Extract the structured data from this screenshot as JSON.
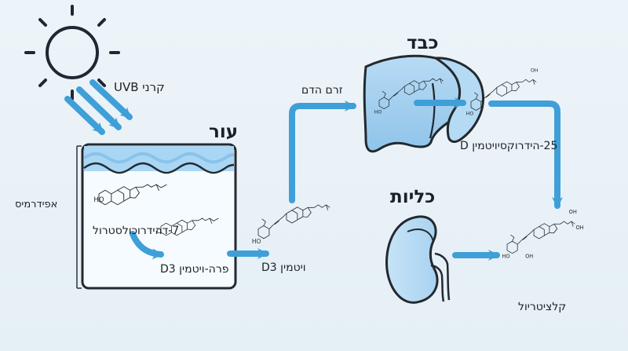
{
  "labels": {
    "uvb": "קרני UVB",
    "skin": "עור",
    "epidermis": "אפידרמיס",
    "dehydrocholesterol": "7-דהידרוכולסטרול",
    "previtamin": "פרה-ויטמין D3",
    "vitamin_d3": "ויטמין D3",
    "bloodstream": "זרם הדם",
    "liver": "כבד",
    "hydroxy": "25-הידרוקסיויטמין D",
    "kidneys": "כליות",
    "calcitriol": "קלציטריול"
  },
  "colors": {
    "arrow_blue": "#3f9fd8",
    "outline": "#242a31",
    "liver_fill": "#a9d1ef",
    "skin_fill": "#cfe5f6",
    "water": "#8ec3eb"
  }
}
